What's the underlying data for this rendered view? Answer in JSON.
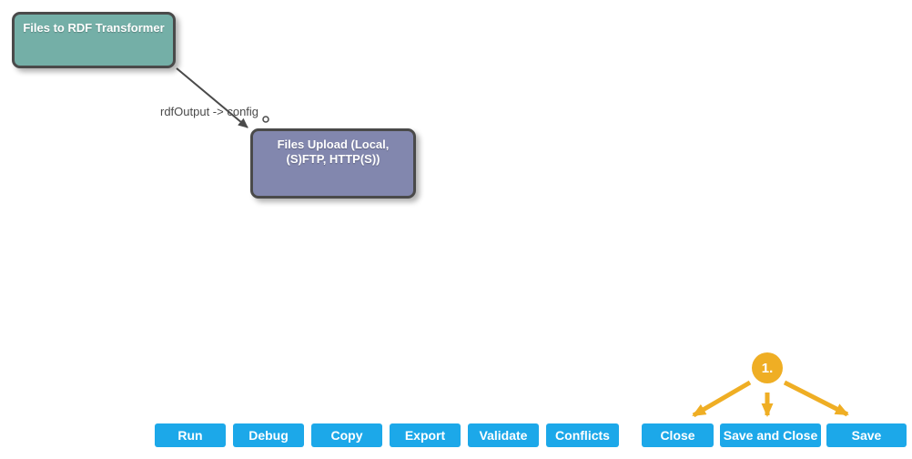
{
  "colors": {
    "background": "#FFFFFF",
    "node_transformer": "#74AFA7",
    "node_upload": "#8287AE",
    "node_border": "#4A4A4A",
    "edge": "#4A4A4A",
    "button": "#1CA8E9",
    "annotation": "#EFAE24"
  },
  "diagram": {
    "nodes": [
      {
        "label": "Files to RDF Transformer"
      },
      {
        "label": "Files Upload (Local, (S)FTP, HTTP(S))"
      }
    ],
    "edge": {
      "label": "rdfOutput -> config"
    }
  },
  "annotation": {
    "step_label": "1.",
    "targets": [
      "Close",
      "Save and Close",
      "Save"
    ]
  },
  "toolbar": {
    "buttons": [
      "Run",
      "Debug",
      "Copy",
      "Export",
      "Validate",
      "Conflicts",
      "Close",
      "Save and Close",
      "Save"
    ]
  }
}
